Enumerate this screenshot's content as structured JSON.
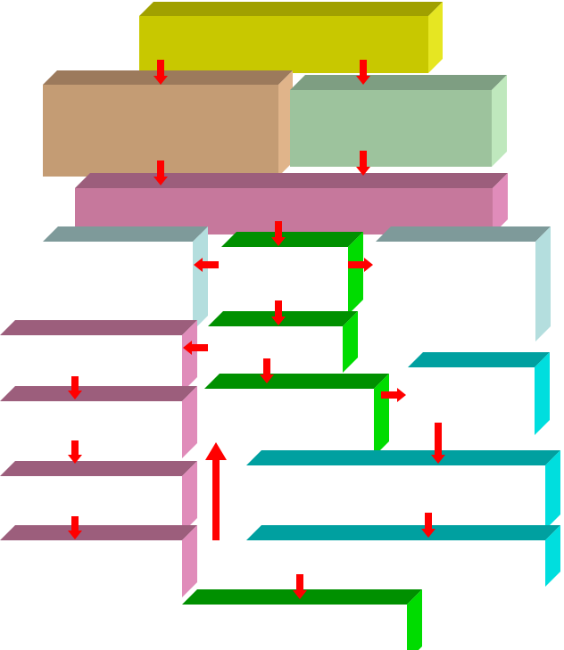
{
  "palette": {
    "yellow": {
      "top": "#a0a000",
      "front": "#c8c800",
      "side": "#e6e622"
    },
    "tan": {
      "top": "#9c7a5c",
      "front": "#c49c74",
      "side": "#e0b48a"
    },
    "sage": {
      "top": "#7e9e82",
      "front": "#9dc39d",
      "side": "#bfe8bd"
    },
    "pink": {
      "top": "#9c5e7c",
      "front": "#c6789c",
      "side": "#e08cba"
    },
    "grayTeal": {
      "top": "#7e9a9a",
      "front": "#ffffff",
      "side": "#b4dede"
    },
    "green": {
      "top": "#009000",
      "front": "#ffffff",
      "side": "#00dc00"
    },
    "teal": {
      "top": "#00a0a0",
      "front": "#ffffff",
      "side": "#00dede"
    },
    "mauve": {
      "top": "#9c5e7c",
      "front": "#ffffff",
      "side": "#e08cba"
    },
    "arrow": "#ff0000"
  },
  "diagram": {
    "boxes": [
      {
        "id": "top-yellow-box",
        "color": "yellow"
      },
      {
        "id": "left-tan-box",
        "color": "tan"
      },
      {
        "id": "right-sage-box",
        "color": "sage"
      },
      {
        "id": "wide-pink-box",
        "color": "pink"
      },
      {
        "id": "left-graytea-box",
        "color": "grayTeal"
      },
      {
        "id": "center-green-box-1",
        "color": "green"
      },
      {
        "id": "right-graytea-box",
        "color": "grayTeal"
      },
      {
        "id": "center-green-box-2",
        "color": "green"
      },
      {
        "id": "left-mauve-box-1",
        "color": "mauve"
      },
      {
        "id": "center-green-box-3",
        "color": "green"
      },
      {
        "id": "right-teal-box-1",
        "color": "teal"
      },
      {
        "id": "left-mauve-box-2",
        "color": "mauve"
      },
      {
        "id": "right-teal-box-2",
        "color": "teal"
      },
      {
        "id": "left-mauve-box-3",
        "color": "mauve"
      },
      {
        "id": "right-teal-box-3",
        "color": "teal"
      },
      {
        "id": "left-mauve-box-4",
        "color": "mauve"
      },
      {
        "id": "bottom-green-box",
        "color": "green"
      }
    ],
    "arrows": [
      {
        "id": "arrow-yellow-to-tan",
        "dir": "down"
      },
      {
        "id": "arrow-yellow-to-sage",
        "dir": "down"
      },
      {
        "id": "arrow-tan-to-pink",
        "dir": "down"
      },
      {
        "id": "arrow-sage-to-pink",
        "dir": "down"
      },
      {
        "id": "arrow-pink-to-green-1",
        "dir": "down"
      },
      {
        "id": "arrow-green-1-to-left",
        "dir": "left"
      },
      {
        "id": "arrow-green-1-to-right",
        "dir": "right"
      },
      {
        "id": "arrow-green-1-to-green-2",
        "dir": "down"
      },
      {
        "id": "arrow-green-2-to-mauve-1",
        "dir": "left"
      },
      {
        "id": "arrow-to-green-3",
        "dir": "down"
      },
      {
        "id": "arrow-green-3-to-teal-1",
        "dir": "right"
      },
      {
        "id": "arrow-mauve-1-to-2",
        "dir": "down"
      },
      {
        "id": "arrow-mauve-2-to-3",
        "dir": "down"
      },
      {
        "id": "arrow-mauve-3-to-4",
        "dir": "down"
      },
      {
        "id": "arrow-up-to-green-3",
        "dir": "up"
      },
      {
        "id": "arrow-teal-1-to-teal-2",
        "dir": "down"
      },
      {
        "id": "arrow-teal-2-to-teal-3",
        "dir": "down"
      },
      {
        "id": "arrow-to-bottom-green",
        "dir": "down"
      }
    ]
  }
}
